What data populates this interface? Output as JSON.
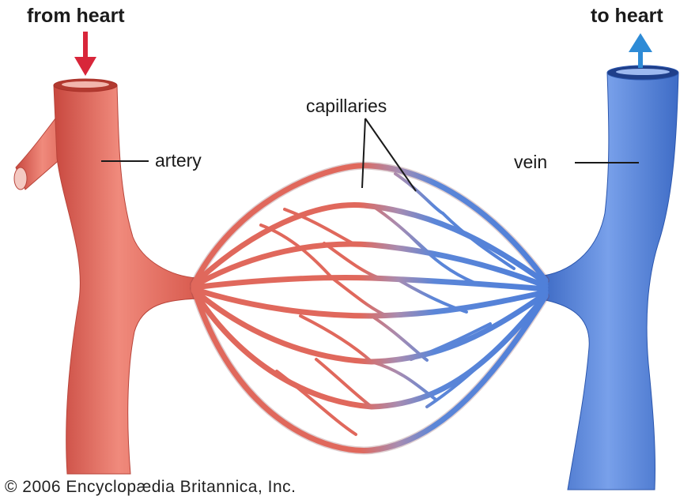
{
  "labels": {
    "from_heart": "from heart",
    "to_heart": "to heart",
    "capillaries": "capillaries",
    "artery": "artery",
    "vein": "vein",
    "copyright": "© 2006 Encyclopædia Britannica, Inc."
  },
  "colors": {
    "artery": "#e2685c",
    "artery_dark": "#c44b40",
    "vein": "#4f7fd9",
    "vein_dark": "#2f5cb5",
    "arrow_in": "#d8263a",
    "arrow_out": "#2e8bd6"
  }
}
